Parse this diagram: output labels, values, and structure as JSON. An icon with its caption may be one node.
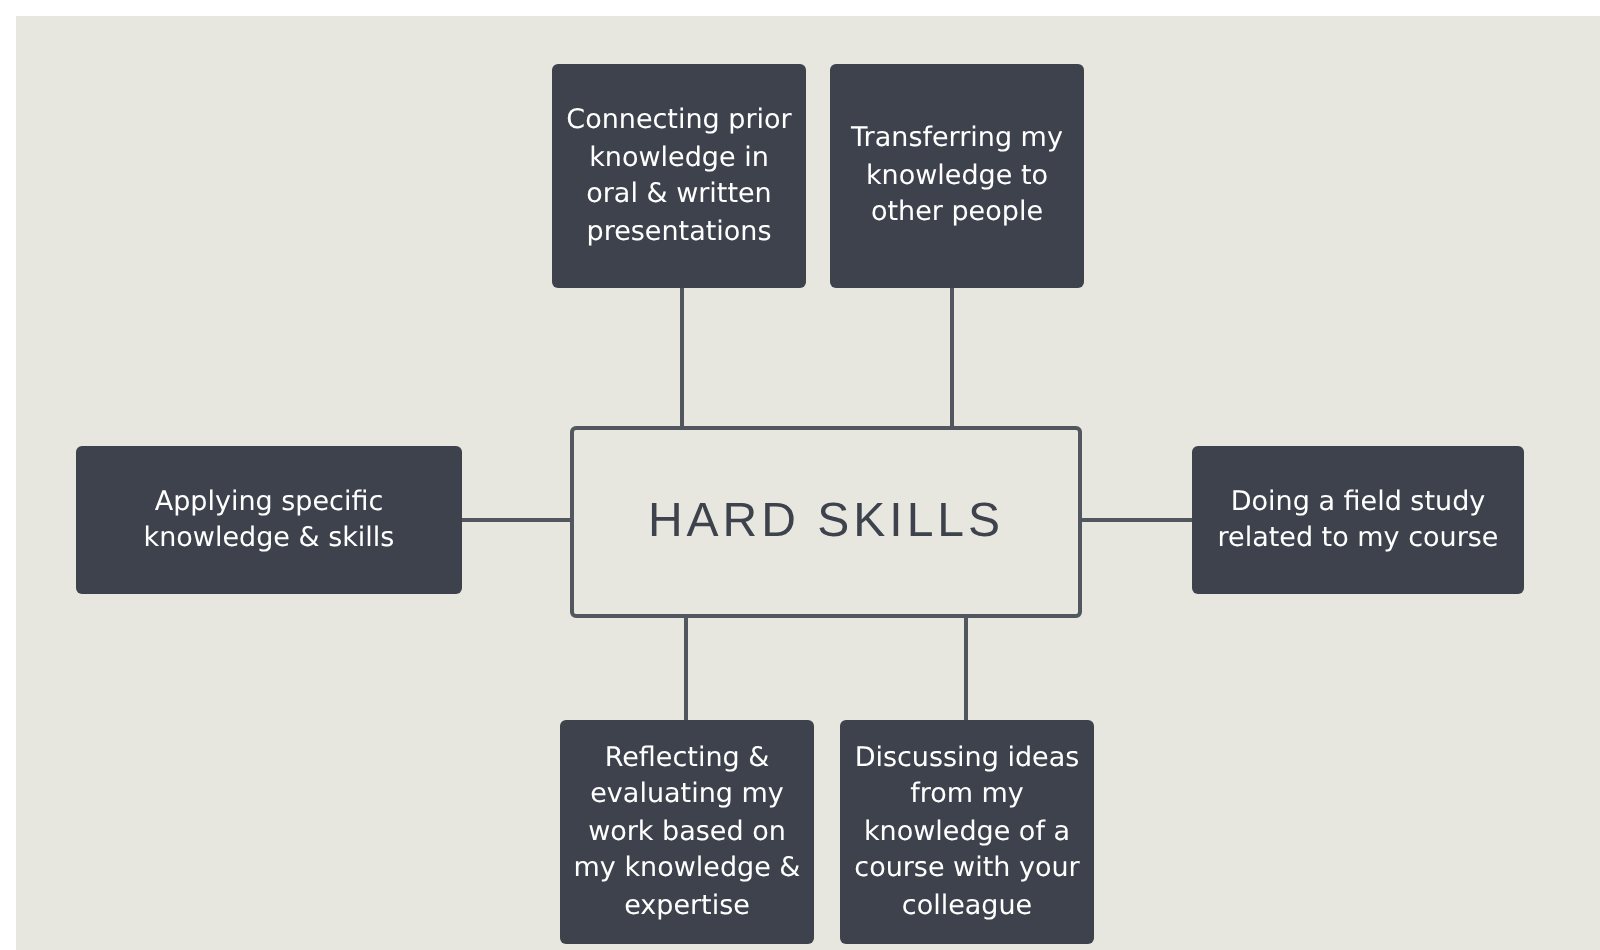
{
  "diagram": {
    "nodes": [
      {
        "text": [
          "HARD SKILLS"
        ]
      },
      {
        "text": [
          "Connecting prior knowledge in oral & written presentations"
        ]
      },
      {
        "text": [
          "Transferring my knowledge to other people"
        ]
      },
      {
        "text": [
          "Applying specific knowledge & skills"
        ]
      },
      {
        "text": [
          "Doing a field study related to my course"
        ]
      },
      {
        "text": [
          "Reflecting & evaluating my work based on my knowledge & expertise"
        ]
      },
      {
        "text": [
          "Discussing ideas from my knowledge of a course with your colleague"
        ]
      }
    ],
    "edges": [
      {
        "from": 0,
        "to": 1,
        "arrow": "none"
      },
      {
        "from": 0,
        "to": 2,
        "arrow": "none"
      },
      {
        "from": 0,
        "to": 3,
        "arrow": "none"
      },
      {
        "from": 0,
        "to": 4,
        "arrow": "none"
      },
      {
        "from": 0,
        "to": 5,
        "arrow": "none"
      },
      {
        "from": 0,
        "to": 6,
        "arrow": "none"
      }
    ]
  }
}
